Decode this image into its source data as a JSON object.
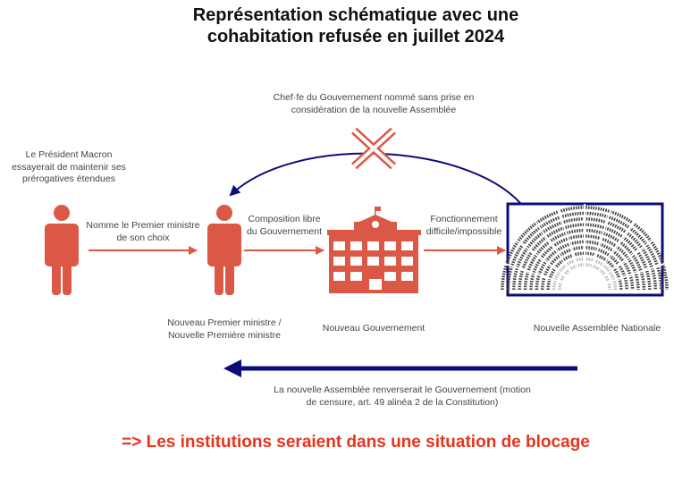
{
  "title": {
    "line1": "Représentation schématique avec une",
    "line2": "cohabitation refusée en juillet 2024"
  },
  "annotations": {
    "chef_line1": "Chef·fe du Gouvernement nommé sans prise en",
    "chef_line2": "considération de la nouvelle Assemblée",
    "president_line1": "Le Président Macron",
    "president_line2": "essayerait de maintenir ses",
    "president_line3": "prérogatives étendues",
    "nomme_line1": "Nomme le Premier ministre",
    "nomme_line2": "de son choix",
    "compo_line1": "Composition libre",
    "compo_line2": "du Gouvernement",
    "fonct_line1": "Fonctionnement",
    "fonct_line2": "difficile/impossible",
    "pm_line1": "Nouveau Premier ministre /",
    "pm_line2": "Nouvelle Première ministre",
    "gouv": "Nouveau Gouvernement",
    "assemblee": "Nouvelle Assemblée Nationale",
    "censure_line1": "La nouvelle Assemblée renverserait le Gouvernement (motion",
    "censure_line2": "de censure, art. 49 alinéa 2 de la Constitution)"
  },
  "conclusion": "=> Les institutions seraient dans une situation de blocage",
  "colors": {
    "red": "#dc5846",
    "navy": "#0c0c78",
    "conclusion": "#e5341d"
  },
  "icons": [
    "person-icon",
    "building-icon",
    "hemicycle-icon",
    "cross-icon"
  ]
}
